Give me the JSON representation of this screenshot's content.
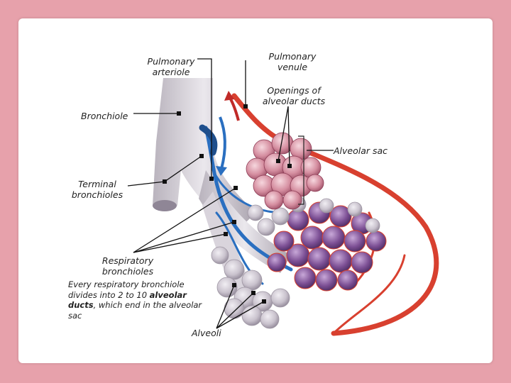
{
  "labels": {
    "pulmonary_arteriole_l1": "Pulmonary",
    "pulmonary_arteriole_l2": "arteriole",
    "pulmonary_venule_l1": "Pulmonary",
    "pulmonary_venule_l2": "venule",
    "openings_l1": "Openings of",
    "openings_l2": "alveolar ducts",
    "bronchiole": "Bronchiole",
    "alveolar_sac": "Alveolar sac",
    "terminal_l1": "Terminal",
    "terminal_l2": "bronchioles",
    "respiratory_l1": "Respiratory",
    "respiratory_l2": "bronchioles",
    "alveoli": "Alveoli"
  },
  "note": {
    "part1": "Every respiratory bronchiole divides into 2 to 10 ",
    "bold1": "alveolar ducts",
    "part2": ", which end in the alveolar sac"
  },
  "colors": {
    "background": "#e7a1ab",
    "artery": "#2a6fc0",
    "vein": "#d8402f",
    "bronchiole": "#c9c4cc",
    "alveoli": "#bfb8c4",
    "sac": "#c87a90"
  }
}
